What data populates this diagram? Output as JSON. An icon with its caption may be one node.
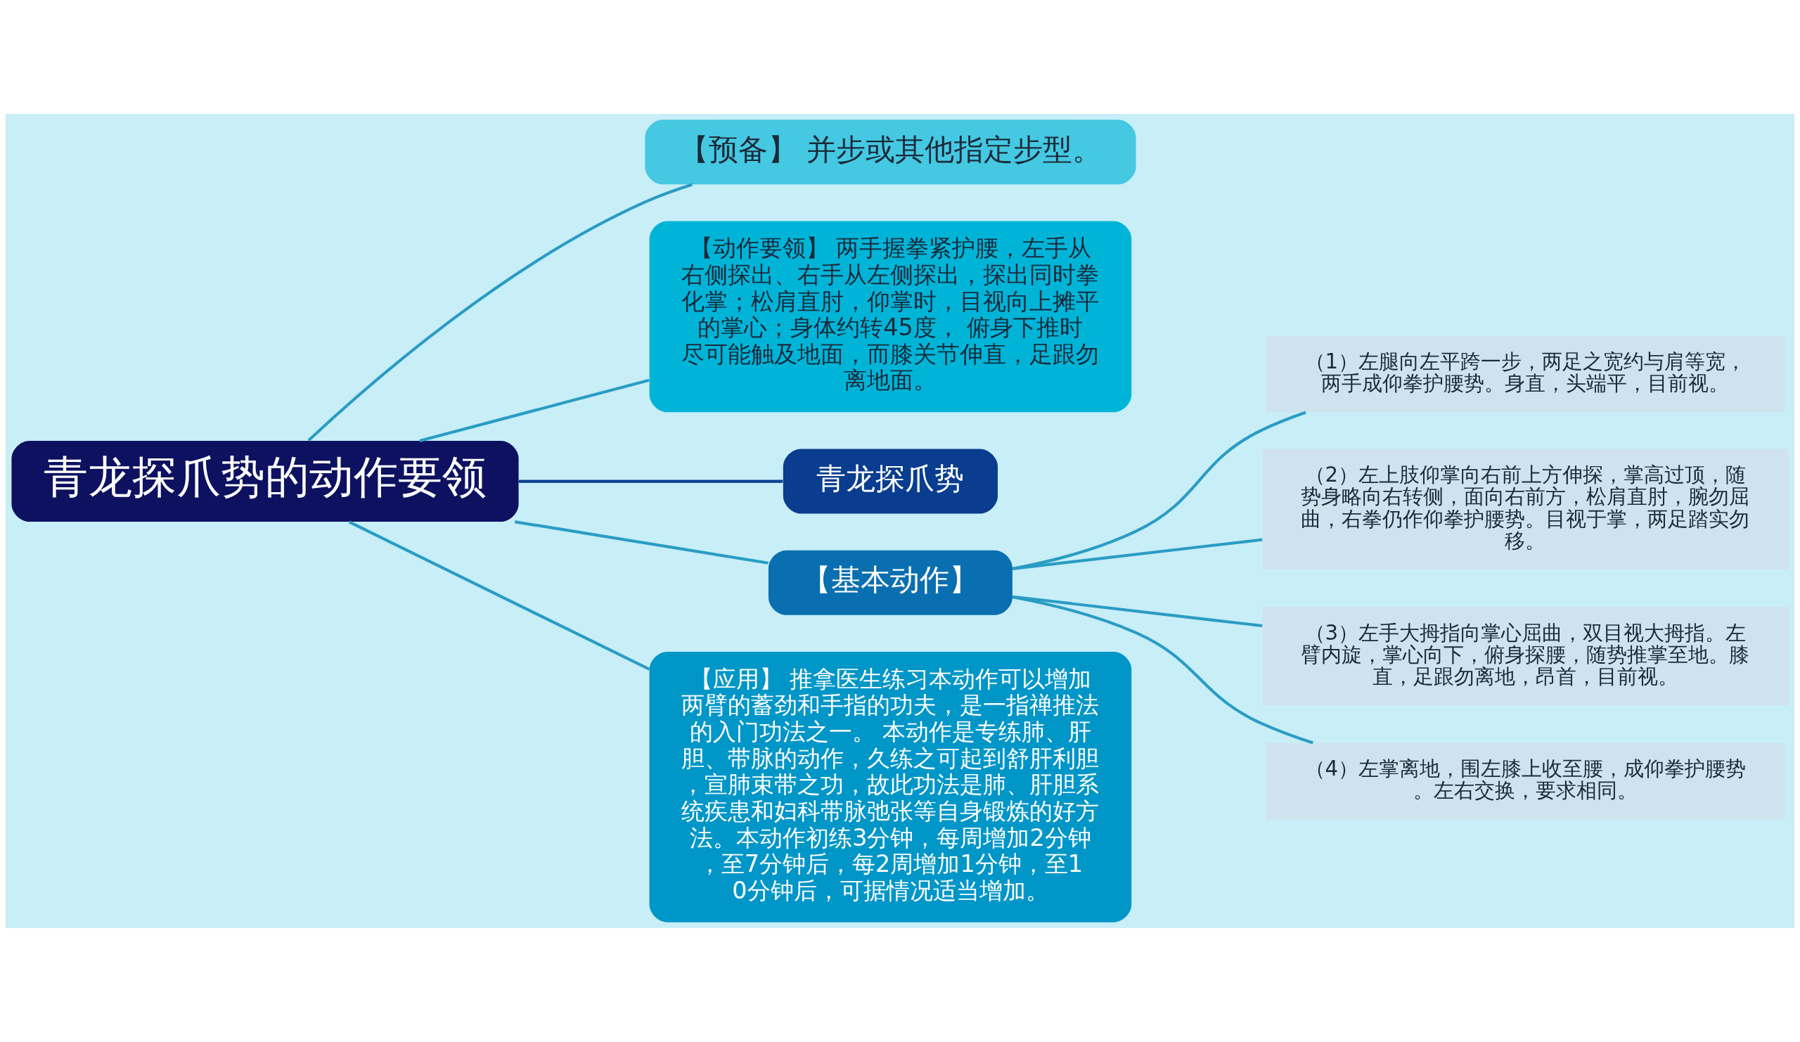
{
  "diagram": {
    "nodes": [
      {
        "text": [
          "青龙探爪势的动作要领"
        ]
      },
      {
        "text": [
          "【预备】 并步或其他指定步型。"
        ]
      },
      {
        "text": [
          "【动作要领】 两手握拳紧护腰，左手从右侧探出、右手从左侧探出，探出同时拳化掌；松肩直肘，仰掌时，目视向上摊平的掌心；身体约转45度， 俯身下推时尽可能触及地面，而膝关节伸直，足跟勿离地面。"
        ]
      },
      {
        "text": [
          "青龙探爪势"
        ]
      },
      {
        "text": [
          "【基本动作】"
        ]
      },
      {
        "text": [
          "（1）左腿向左平跨一步，两足之宽约与肩等宽，两手成仰拳护腰势。身直，头端平，目前视。"
        ]
      },
      {
        "text": [
          "（2）左上肢仰掌向右前上方伸探，掌高过顶，随势身略向右转侧，面向右前方，松肩直肘，腕勿屈曲，右拳仍作仰拳护腰势。目视于掌，两足踏实勿移。"
        ]
      },
      {
        "text": [
          "（3）左手大拇指向掌心屈曲，双目视大拇指。左臂内旋，掌心向下，俯身探腰，随势推掌至地。膝直，足跟勿离地，昂首，目前视。"
        ]
      },
      {
        "text": [
          "（4）左掌离地，围左膝上收至腰，成仰拳护腰势。左右交换，要求相同。"
        ]
      },
      {
        "text": [
          "【应用】 推拿医生练习本动作可以增加两臂的蓄劲和手指的功夫，是一指禅推法的入门功法之一。 本动作是专练肺、肝胆、带脉的动作，久练之可起到舒肝利胆，宣肺束带之功，故此功法是肺、肝胆系统疾患和妇科带脉弛张等自身锻炼的好方法。本动作初练3分钟，每周增加2分钟，至7分钟后，每2周增加1分钟，至10分钟后，可据情况适当增加。"
        ]
      }
    ],
    "edges": [
      {
        "from": 0,
        "to": 1,
        "arrow": "none"
      },
      {
        "from": 0,
        "to": 2,
        "arrow": "none"
      },
      {
        "from": 0,
        "to": 3,
        "arrow": "none",
        "color": "#0a3d8f"
      },
      {
        "from": 0,
        "to": 4,
        "arrow": "none"
      },
      {
        "from": 4,
        "to": 5,
        "arrow": "none"
      },
      {
        "from": 4,
        "to": 6,
        "arrow": "none"
      },
      {
        "from": 4,
        "to": 7,
        "arrow": "none"
      },
      {
        "from": 4,
        "to": 8,
        "arrow": "none"
      },
      {
        "from": 0,
        "to": 9,
        "arrow": "none"
      }
    ]
  }
}
